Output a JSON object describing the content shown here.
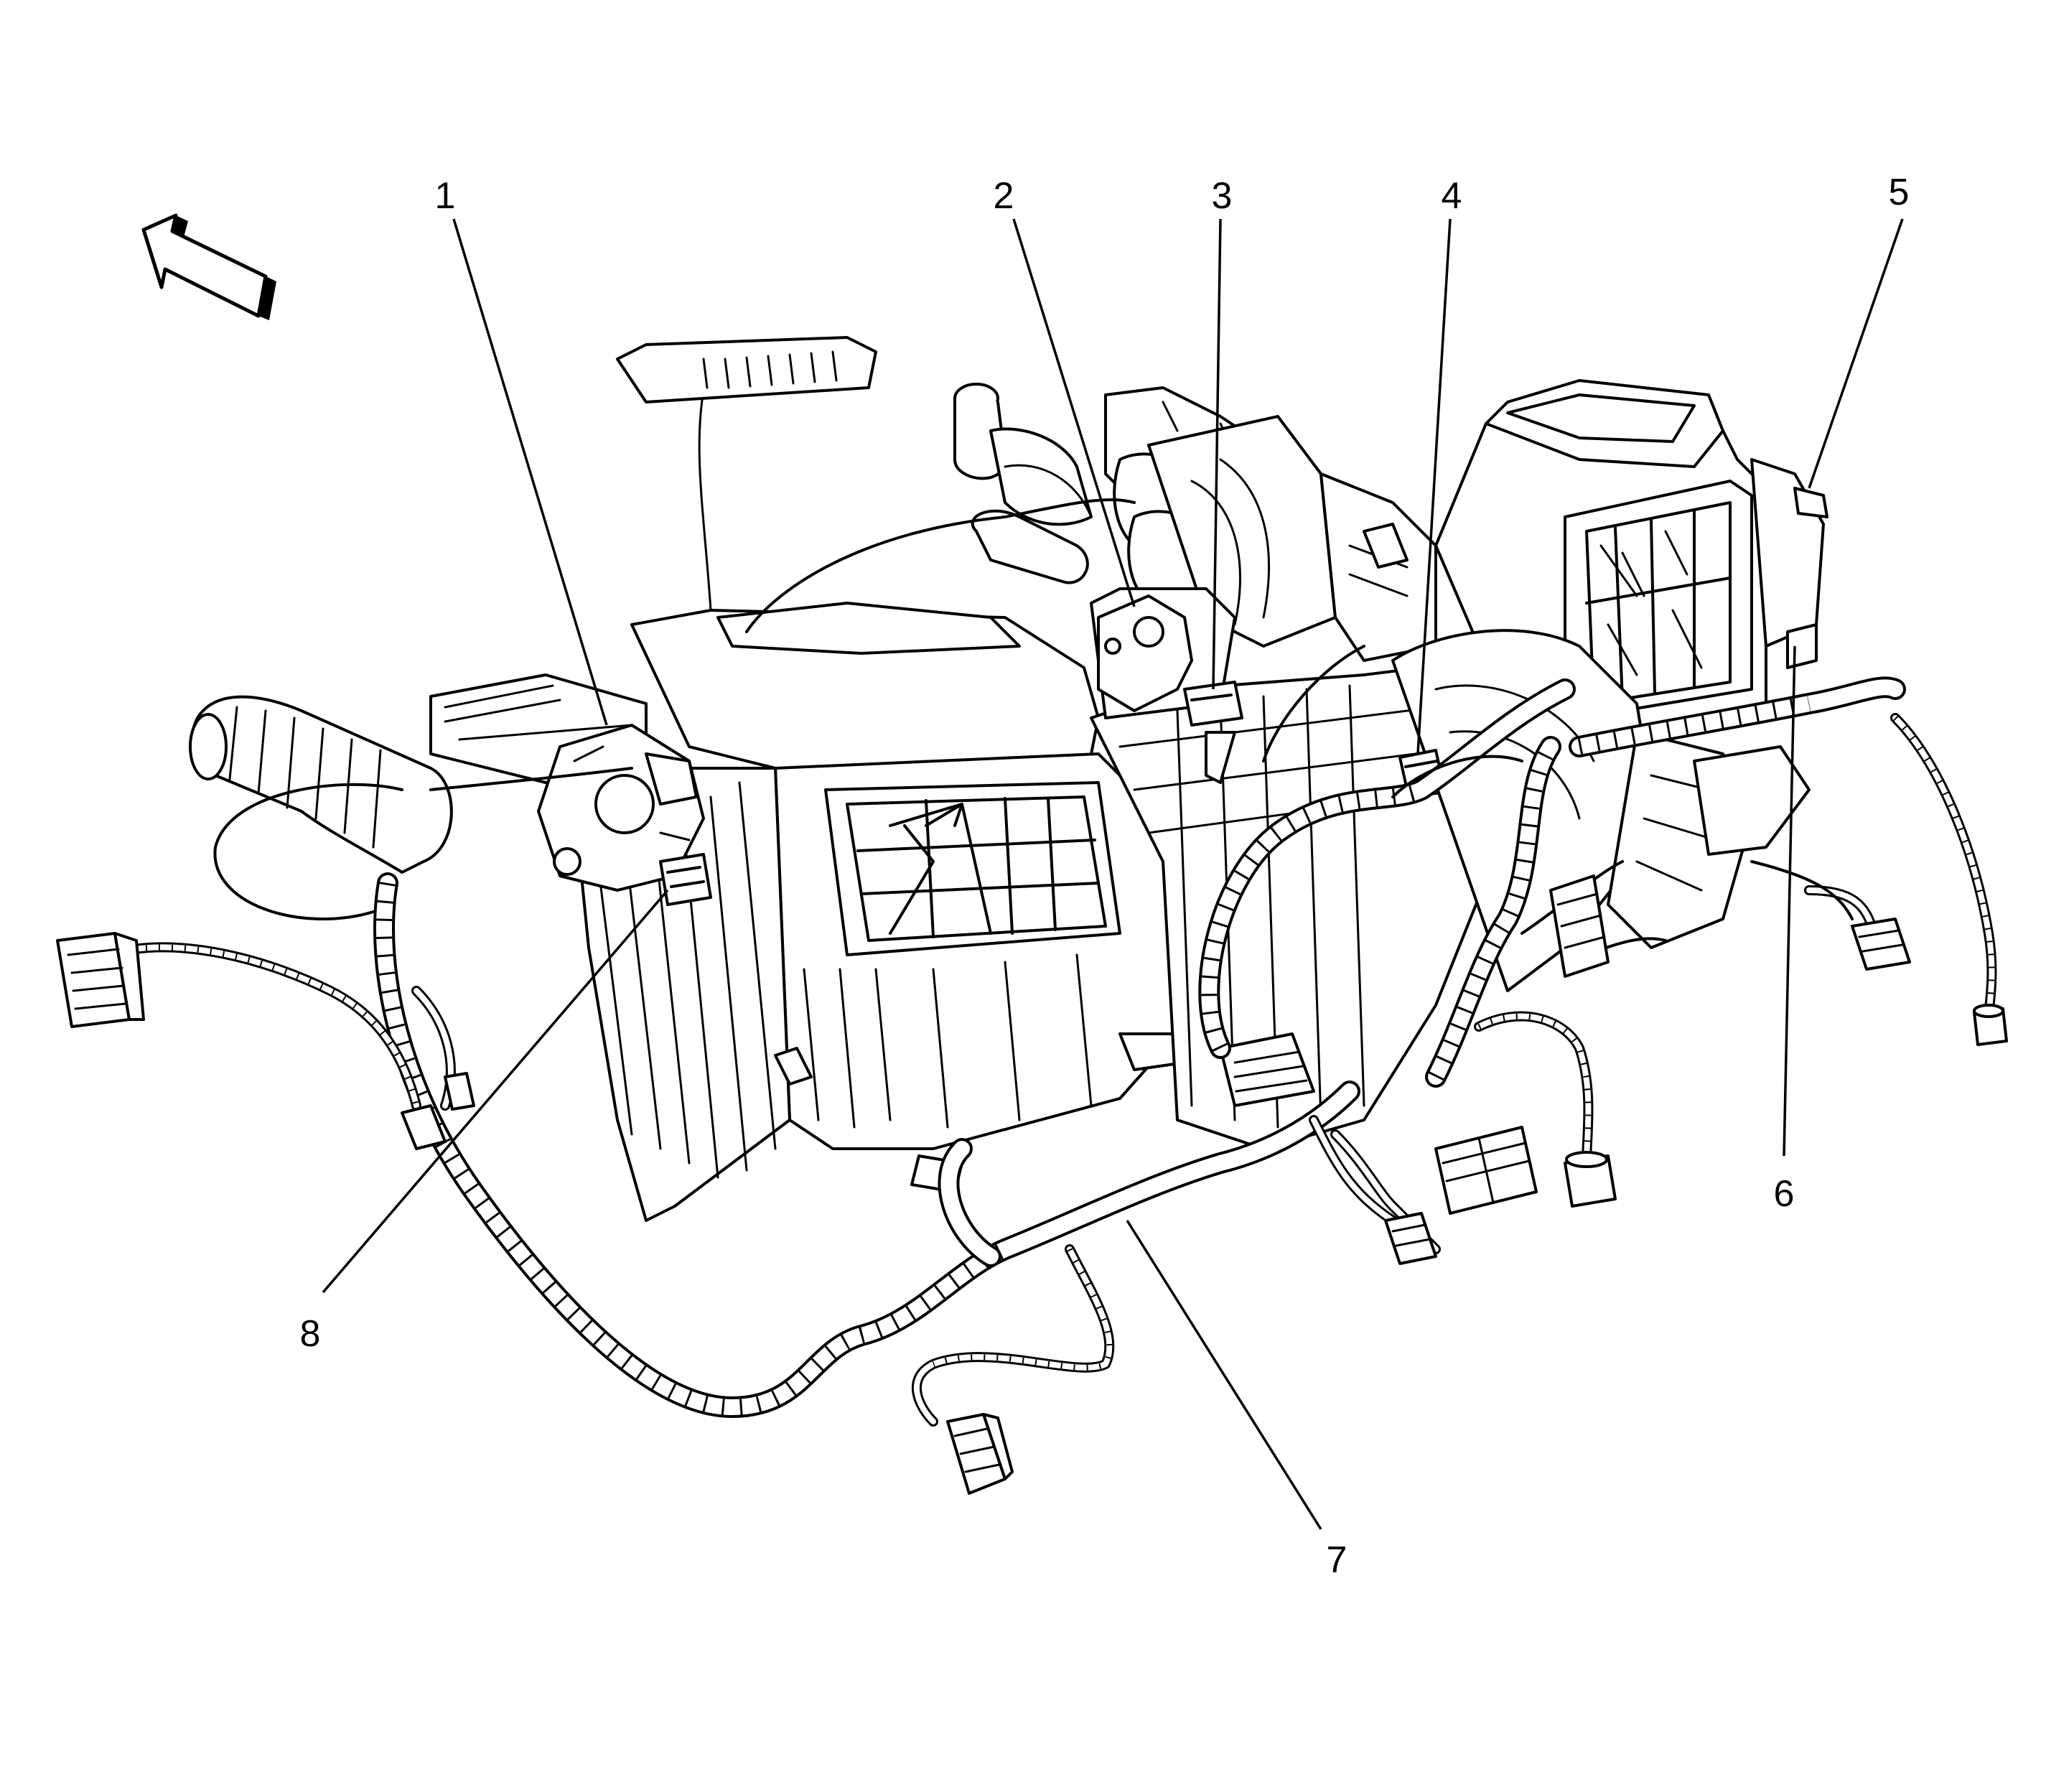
{
  "callouts": [
    {
      "id": "1",
      "text": "1"
    },
    {
      "id": "2",
      "text": "2"
    },
    {
      "id": "3",
      "text": "3"
    },
    {
      "id": "4",
      "text": "4"
    },
    {
      "id": "5",
      "text": "5"
    },
    {
      "id": "6",
      "text": "6"
    },
    {
      "id": "7",
      "text": "7"
    },
    {
      "id": "8",
      "text": "8"
    }
  ],
  "icons": {
    "orientation": "forward-arrow-icon"
  }
}
